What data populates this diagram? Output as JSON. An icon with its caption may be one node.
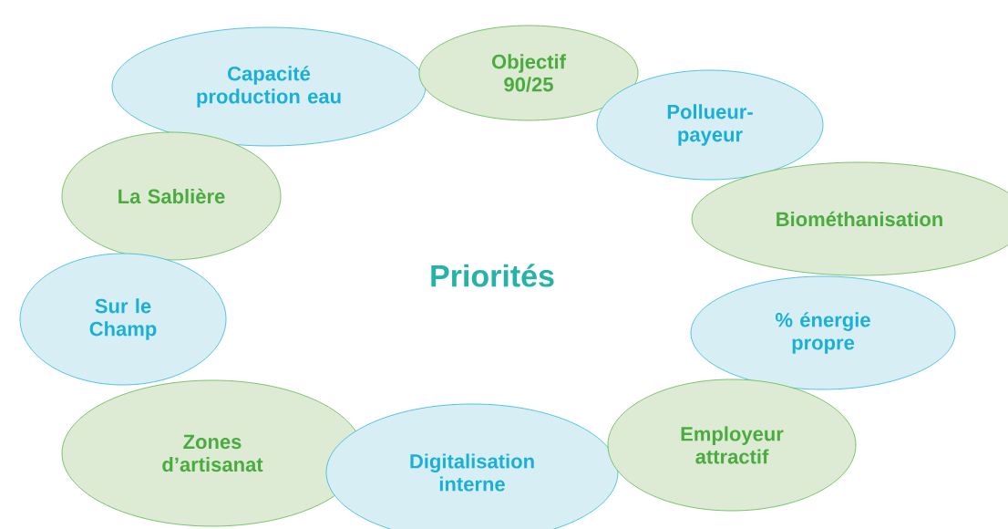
{
  "diagram": {
    "title": "Priorités",
    "nodes": [
      {
        "text": [
          "Capacité production eau"
        ]
      },
      {
        "text": [
          "Objectif 90/25"
        ]
      },
      {
        "text": [
          "Pollueur-payeur"
        ]
      },
      {
        "text": [
          "La Sablière"
        ]
      },
      {
        "text": [
          "Biométhanisation"
        ]
      },
      {
        "text": [
          "Sur le Champ"
        ]
      },
      {
        "text": [
          "% énergie propre"
        ]
      },
      {
        "text": [
          "Zones d’artisanat"
        ]
      },
      {
        "text": [
          "Digitalisation interne"
        ]
      },
      {
        "text": [
          "Employeur attractif"
        ]
      }
    ]
  }
}
